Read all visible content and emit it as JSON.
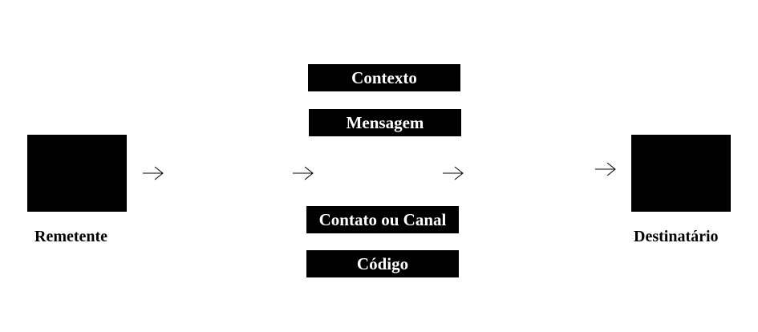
{
  "diagram": {
    "sender": {
      "label": "Remetente"
    },
    "receiver": {
      "label": "Destinatário"
    },
    "elements": [
      {
        "id": "contexto",
        "label": "Contexto"
      },
      {
        "id": "mensagem",
        "label": "Mensagem"
      },
      {
        "id": "contato",
        "label": "Contato ou Canal"
      },
      {
        "id": "codigo",
        "label": "Código"
      }
    ],
    "colors": {
      "block": "#000000",
      "block_text": "#ffffff",
      "text": "#000000",
      "arrow": "#000000"
    },
    "icons": [
      "arrow-right-icon"
    ]
  }
}
